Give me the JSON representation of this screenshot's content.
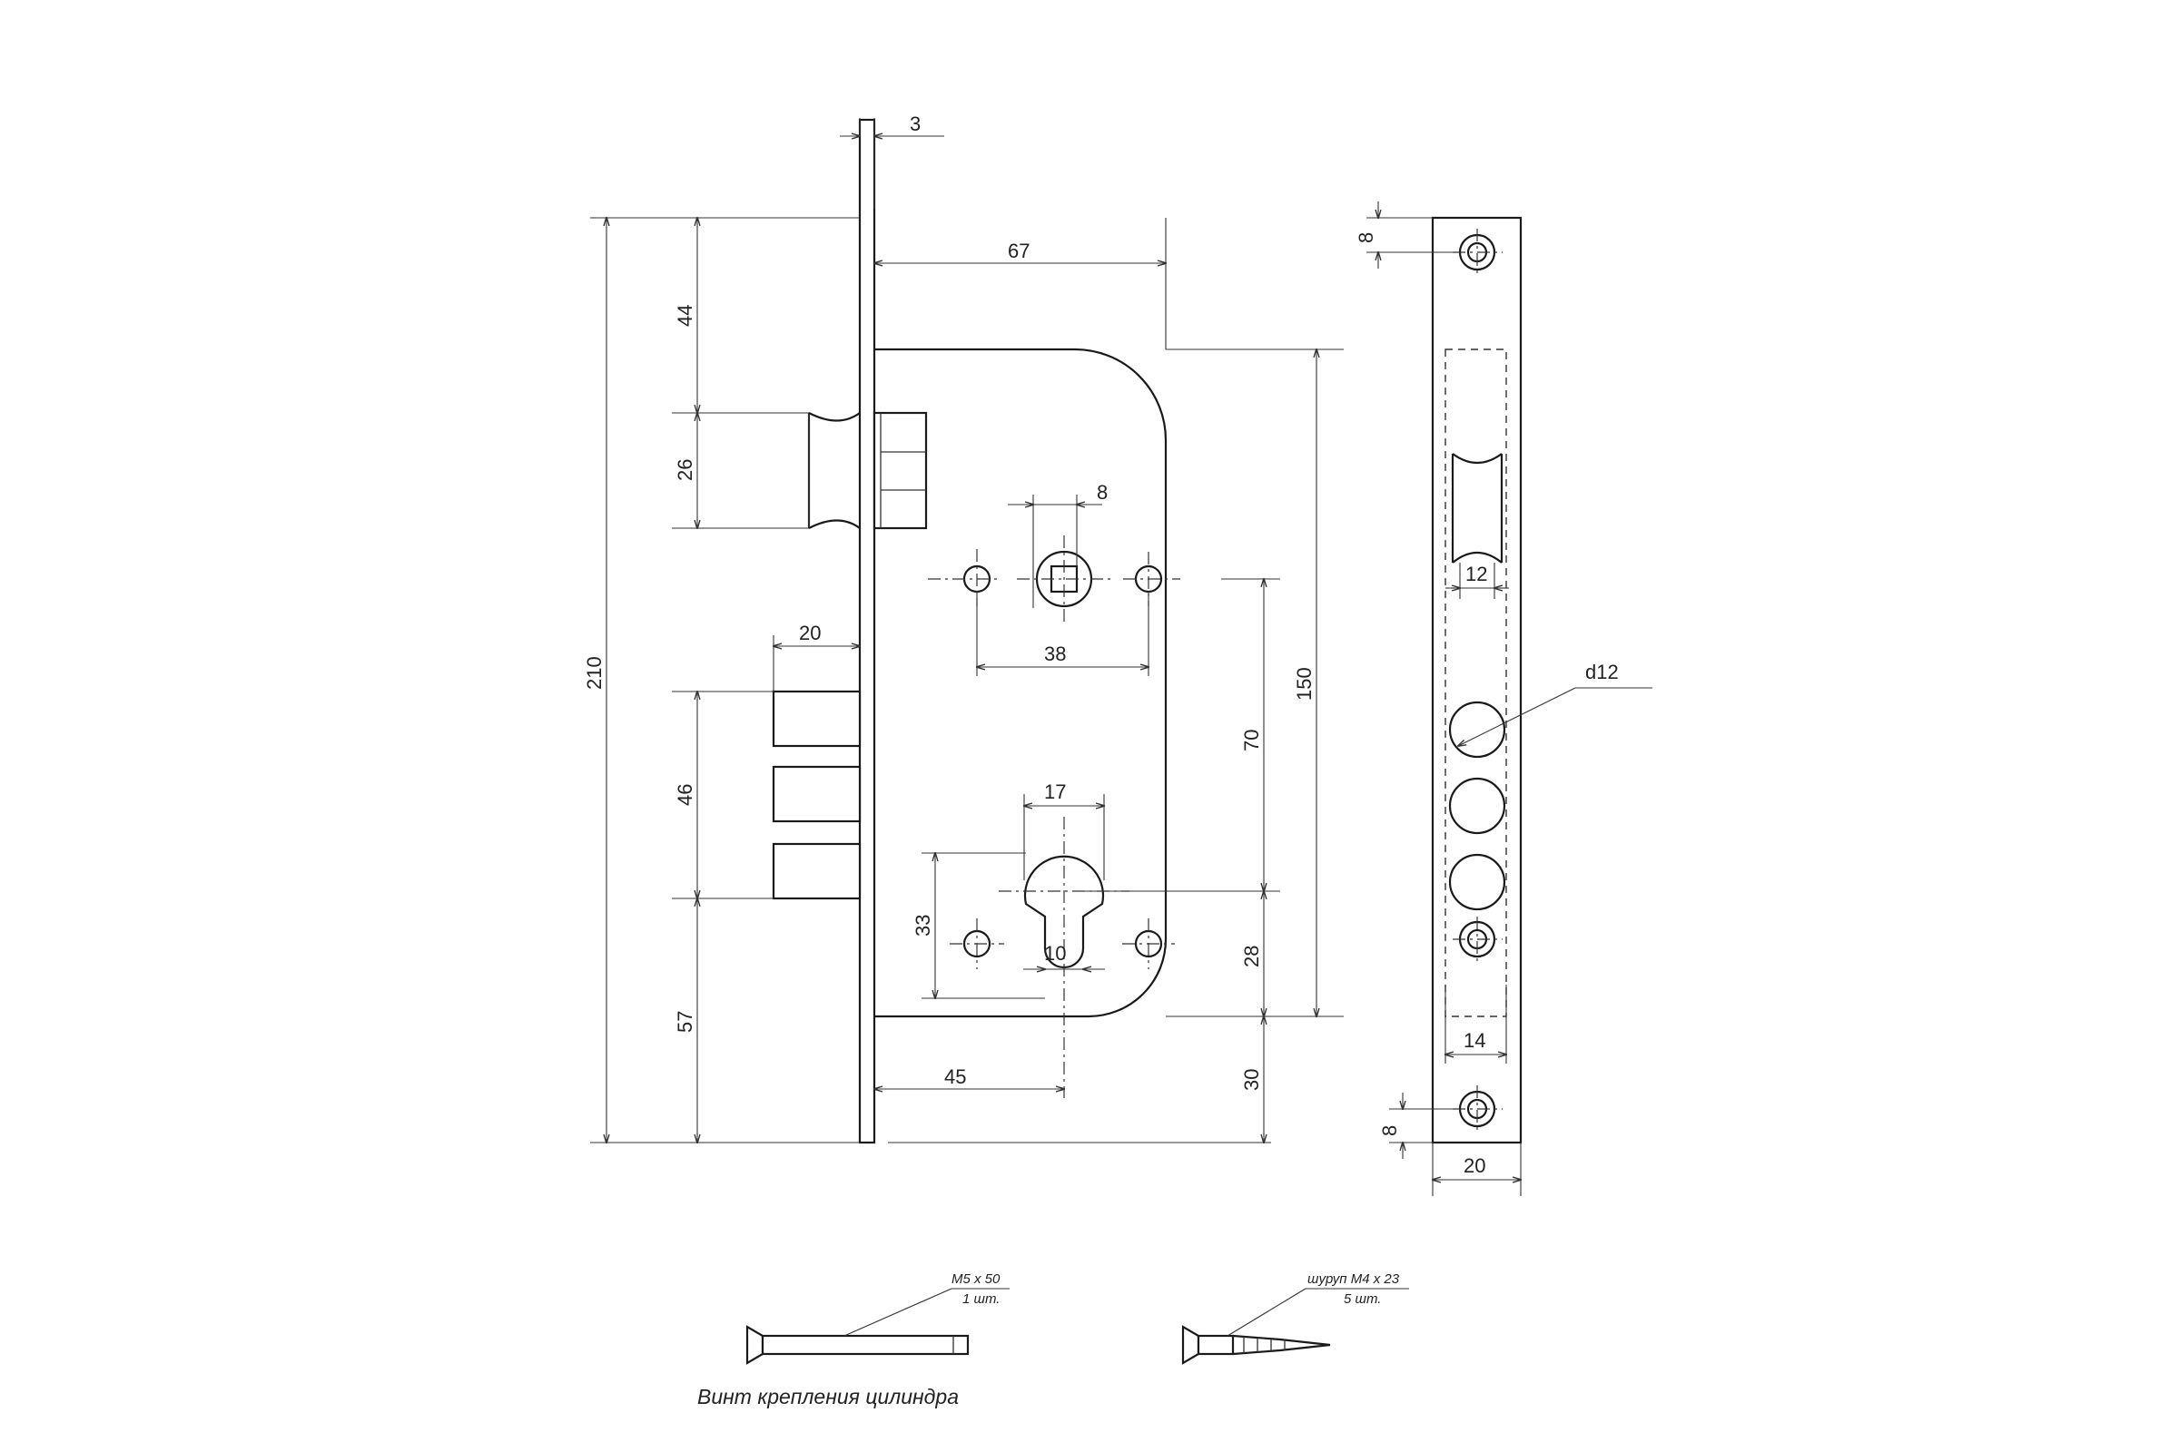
{
  "dimensions": {
    "faceplate_thickness": "3",
    "backset_handle": "67",
    "top_to_latch": "44",
    "latch_height": "26",
    "total_height": "210",
    "spindle_square": "8",
    "handle_holes_spacing": "38",
    "bolt_throw": "20",
    "bolts_span": "46",
    "cylinder_width": "17",
    "cylinder_to_spindle": "70",
    "case_height": "150",
    "cylinder_screw_hole_span": "33",
    "cylinder_slot_width": "10",
    "cylinder_to_case_bottom": "28",
    "bottom_to_bolts": "57",
    "backset_cylinder": "45",
    "case_to_bottom": "30",
    "screw_hole_top_offset": "8",
    "latch_slot_width": "12",
    "bolt_hole_diameter": "d12",
    "bolt_slot_width": "14",
    "screw_hole_bottom_offset": "8",
    "faceplate_width": "20"
  },
  "hardware": {
    "cylinder_screw_spec": "M5 x 50",
    "cylinder_screw_qty": "1 шт.",
    "wood_screw_spec": "шуруп М4 x 23",
    "wood_screw_qty": "5 шт.",
    "cylinder_screw_caption": "Винт крепления цилиндра"
  }
}
